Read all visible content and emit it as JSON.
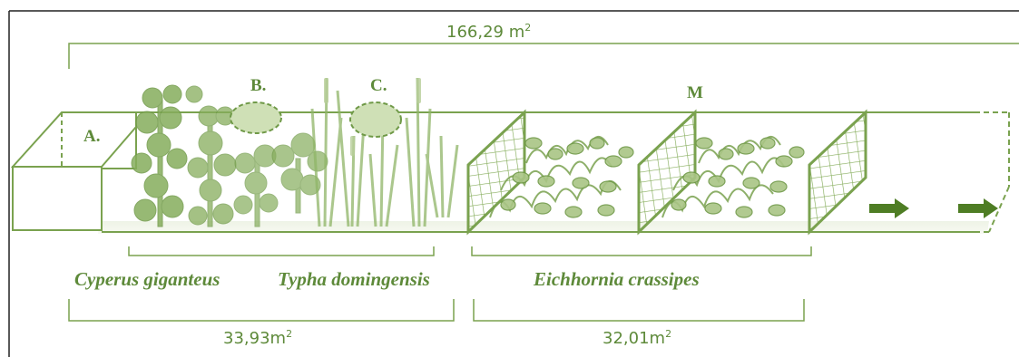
{
  "areas": {
    "total_value": "166,29 m",
    "total_unit_sup": "2",
    "left_value": "33,93m",
    "left_unit_sup": "2",
    "right_value": "32,01m",
    "right_unit_sup": "2"
  },
  "letters": {
    "a": "A.",
    "b": "B.",
    "c": "C.",
    "m": "M"
  },
  "species": {
    "cyperus": "Cyperus giganteus",
    "typha": "Typha domingensis",
    "eichhornia": "Eichhornia crassipes"
  },
  "colors": {
    "line": "#7aa24f",
    "text": "#5e8a3a",
    "leaf": "#86ad5c",
    "arrow": "#4e7d24"
  }
}
